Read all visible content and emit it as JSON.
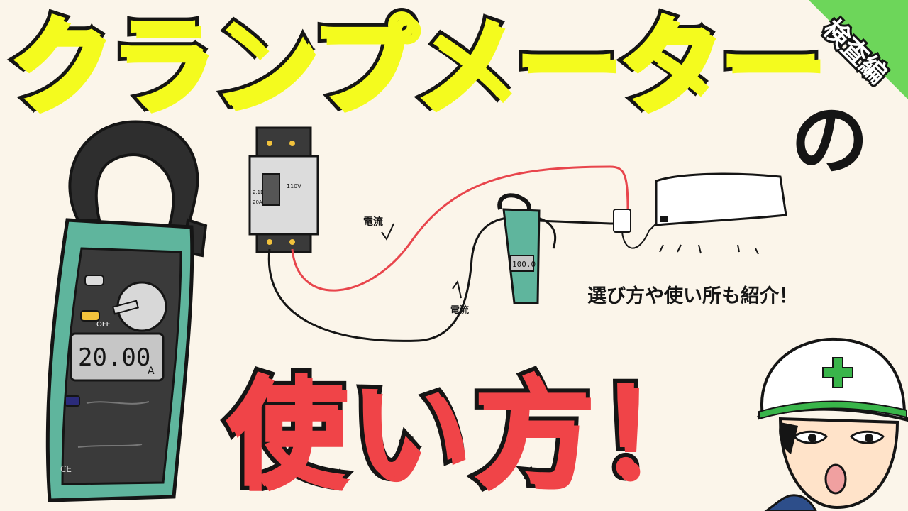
{
  "title": "クランプメーター",
  "particle": "の",
  "tag": "検査編",
  "subtitle": "選び方や使い所も紹介！",
  "big_text": "使い方！",
  "meter_display": "20.00",
  "meter_unit": "A",
  "mini_meter_display": "100.0",
  "breaker_label_1": "110V",
  "breaker_label_2": "2.1E",
  "breaker_label_3": "20A",
  "current_label": "電流",
  "ce_mark": "CE",
  "off_label": "OFF",
  "colors": {
    "background": "#fbf5ea",
    "title_yellow": "#f4fb1e",
    "big_red": "#f04448",
    "tag_green": "#6dd65a",
    "meter_teal": "#5fb59d",
    "outline": "#151515"
  }
}
